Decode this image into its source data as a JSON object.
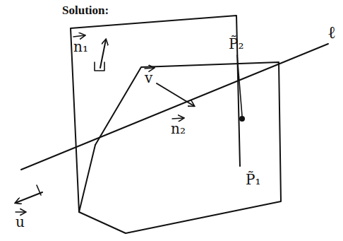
{
  "diagram": {
    "labels": [
      "Solution:",
      "n₁",
      "n₂",
      "P̃₂",
      "P̃₁",
      "ℓ",
      "v",
      "u"
    ]
  }
}
